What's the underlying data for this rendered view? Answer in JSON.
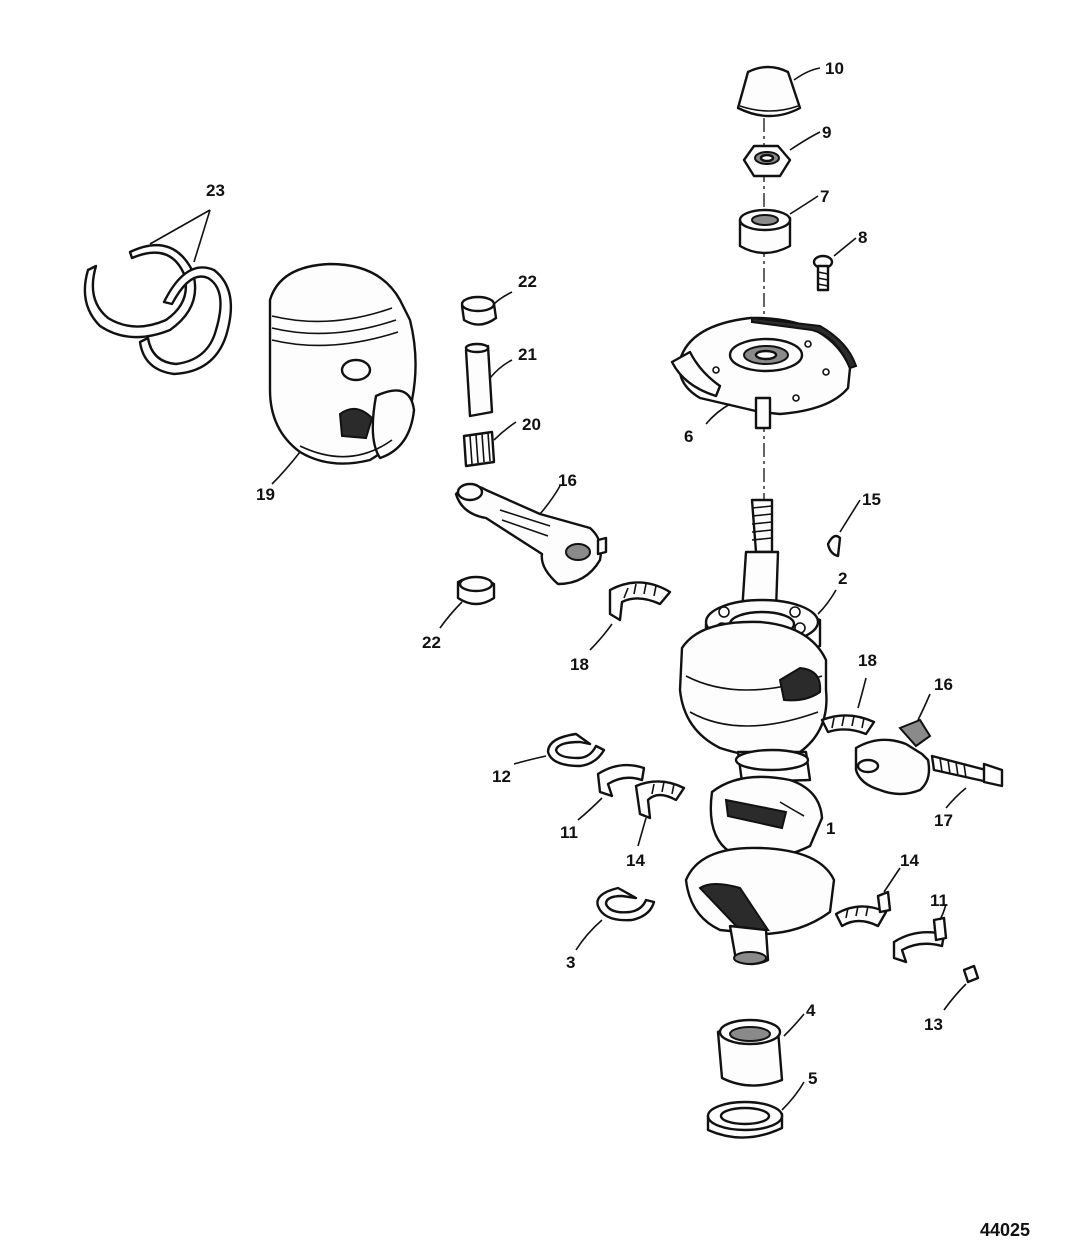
{
  "drawing_number": "44025",
  "callouts": {
    "c1": "1",
    "c2": "2",
    "c3": "3",
    "c4": "4",
    "c5": "5",
    "c6": "6",
    "c7": "7",
    "c8": "8",
    "c9": "9",
    "c10": "10",
    "c11a": "11",
    "c11b": "11",
    "c12": "12",
    "c13": "13",
    "c14a": "14",
    "c14b": "14",
    "c15": "15",
    "c16a": "16",
    "c16b": "16",
    "c17": "17",
    "c18a": "18",
    "c18b": "18",
    "c19": "19",
    "c20": "20",
    "c21": "21",
    "c22a": "22",
    "c22b": "22",
    "c23": "23"
  }
}
